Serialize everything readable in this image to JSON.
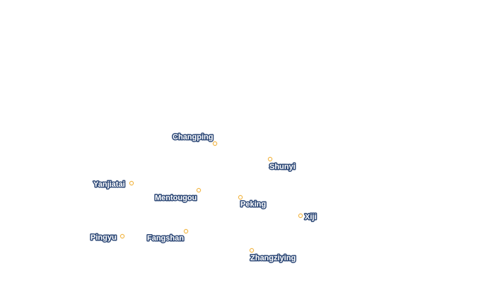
{
  "colors": {
    "label_fill": "#ffffff",
    "label_halo": "#2f4a78",
    "marker": "#f2b84a",
    "background": "#ffffff"
  },
  "places": [
    {
      "name": "Changping",
      "marker_icon": "ring-marker-icon"
    },
    {
      "name": "Shunyi",
      "marker_icon": "ring-marker-icon"
    },
    {
      "name": "Yanjiatai",
      "marker_icon": "ring-marker-icon"
    },
    {
      "name": "Mentougou",
      "marker_icon": "ring-marker-icon"
    },
    {
      "name": "Peking",
      "marker_icon": "ring-marker-icon"
    },
    {
      "name": "Xiji",
      "marker_icon": "ring-marker-icon"
    },
    {
      "name": "Pingyu",
      "marker_icon": "ring-marker-icon"
    },
    {
      "name": "Fangshan",
      "marker_icon": "ring-marker-icon"
    },
    {
      "name": "Zhangziying",
      "marker_icon": "ring-marker-icon"
    }
  ]
}
